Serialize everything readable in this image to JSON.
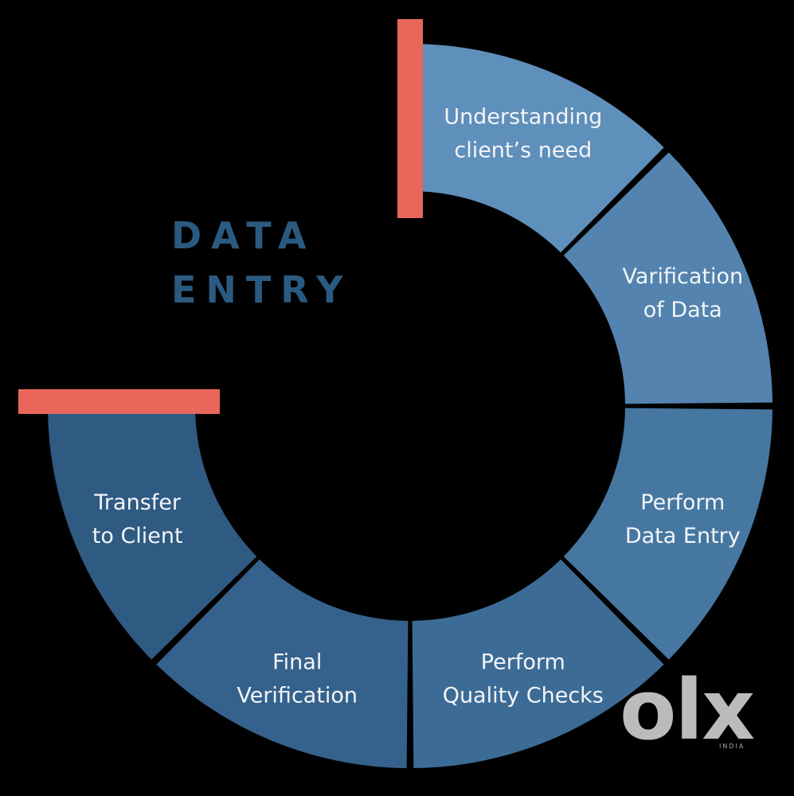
{
  "title": {
    "line1": "DATA",
    "line2": "ENTRY",
    "color": "#2b5a80"
  },
  "segments": [
    {
      "lines": [
        "Understanding",
        "client’s need"
      ],
      "color": "#5f8fbb"
    },
    {
      "lines": [
        "Varification",
        "of Data"
      ],
      "color": "#5383ae"
    },
    {
      "lines": [
        "Perform",
        "Data Entry"
      ],
      "color": "#4677a1"
    },
    {
      "lines": [
        "Perform",
        "Quality Checks"
      ],
      "color": "#3c6c96"
    },
    {
      "lines": [
        "Final",
        "Verification"
      ],
      "color": "#35628c"
    },
    {
      "lines": [
        "Transfer",
        "to Client"
      ],
      "color": "#2f5a82"
    }
  ],
  "accent_color": "#e9675a",
  "watermark": {
    "text": "olx",
    "sub": "INDIA",
    "color": "#d0d0d0"
  }
}
